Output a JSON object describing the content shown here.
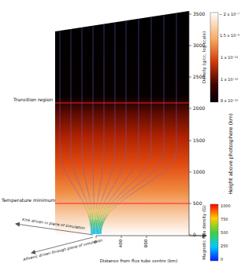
{
  "diagram": {
    "labels": [
      "3500",
      "3000",
      "2500",
      "2000",
      "1500",
      "1000",
      "500",
      "0",
      "Height above photosphere (km)",
      "Transition region",
      "Temperature minimum",
      "Density (g/cc, log scale)",
      "~ 2 x 10⁻⁷",
      "1.5 x 10⁻⁹",
      "1 x 10⁻¹¹",
      "1 x 10⁻¹³",
      "8 x 10⁻¹⁵",
      "Magnetic flux density (G)",
      "1000",
      "750",
      "500",
      "250",
      "0",
      "0",
      "400",
      "800",
      "Distance from flux tube centre (km)",
      "Kink driven in plane of simulation",
      "Alfvénic driven through plane of simulation"
    ]
  }
}
